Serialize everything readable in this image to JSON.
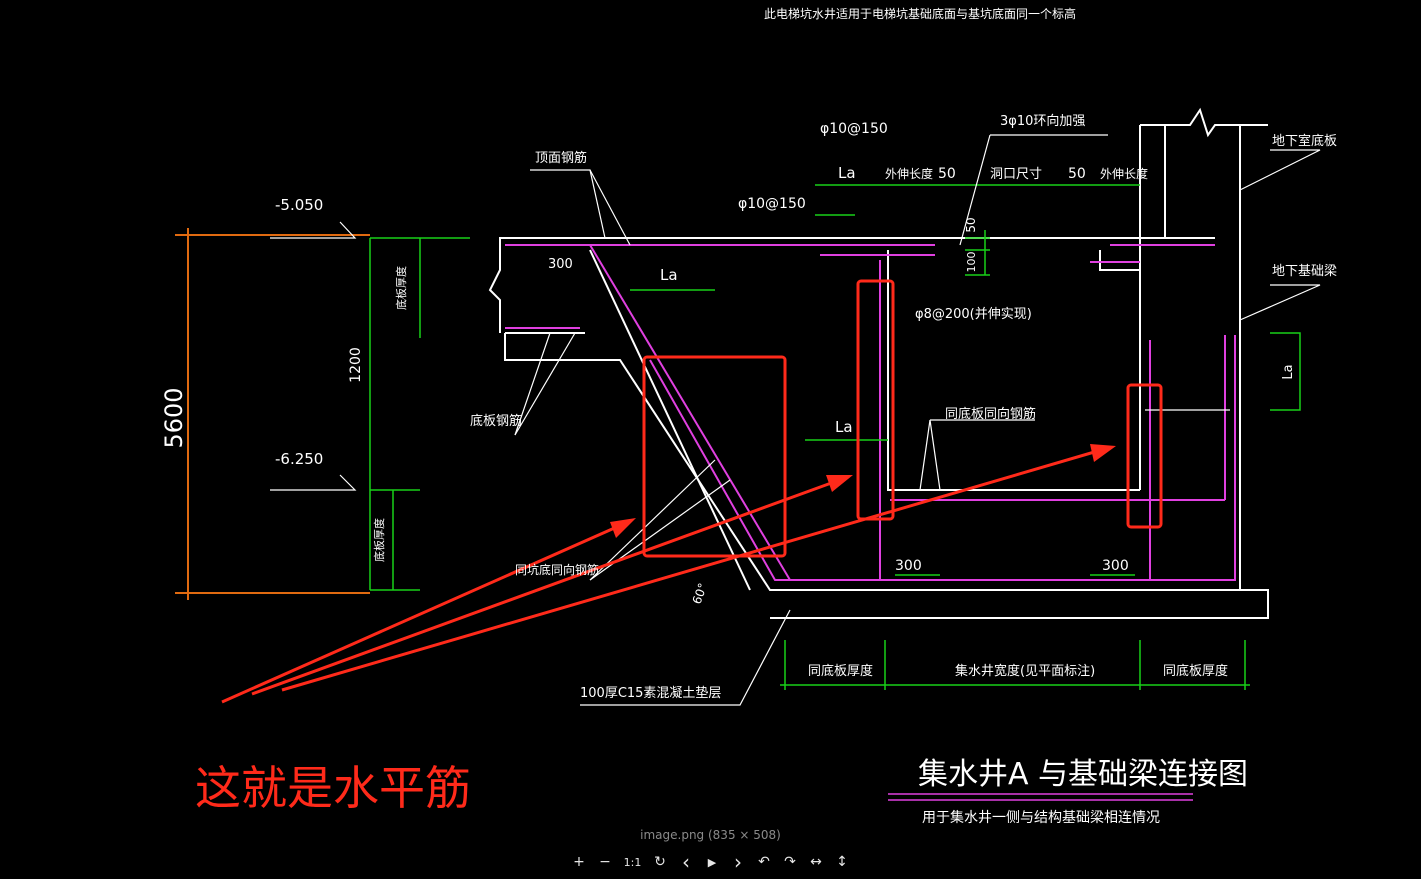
{
  "drawing": {
    "top_note": "此电梯坑水井适用于电梯坑基础底面与基坑底面同一个标高",
    "dim_total": "5600",
    "elev_top": "-5.050",
    "elev_bottom": "-6.250",
    "dim_1200": "1200",
    "label_base_thickness": "底板厚度",
    "label_well_thickness": "底板厚度",
    "label_top_rebar": "顶面钢筋",
    "label_bottom_rebar": "底板钢筋",
    "label_phi10_150_a": "φ10@150",
    "label_phi10_150_b": "φ10@150",
    "label_3phi10": "3φ10环向加强",
    "label_La": "La",
    "label_outer_len": "外伸长度",
    "label_50": "50",
    "label_opening": "洞口尺寸",
    "label_300": "300",
    "label_100": "100",
    "label_phi8_200": "φ8@200(并伸实现)",
    "label_same_dir": "同底板同向钢筋",
    "label_same_dir_b": "同坑底同向钢筋",
    "label_basement_floor": "地下室底板",
    "label_foundation_beam": "地下基础梁",
    "label_60": "60°",
    "label_cushion": "100厚C15素混凝土垫层",
    "label_bottom_thick": "同底板厚度",
    "label_well_width": "集水井宽度(见平面标注)",
    "label_bottom_thick_b": "同底板厚度",
    "title_main": "集水井A 与基础梁连接图",
    "title_sub": "用于集水井一侧与结构基础梁相连情况",
    "annotation": "这就是水平筋",
    "colors": {
      "magenta": "#e040e0",
      "green": "#18d018",
      "orange": "#e06a10",
      "red": "#ff2a1a",
      "white": "#ffffff"
    }
  },
  "viewer": {
    "caption": "image.png (835 × 508)",
    "toolbar": {
      "zoom_in": "+",
      "zoom_out": "−",
      "actual_size": "1:1",
      "reset": "↻",
      "prev": "‹",
      "play": "▶",
      "next": "›",
      "rotate_left": "↶",
      "rotate_right": "↷",
      "flip_h": "↔",
      "flip_v": "↕"
    }
  }
}
